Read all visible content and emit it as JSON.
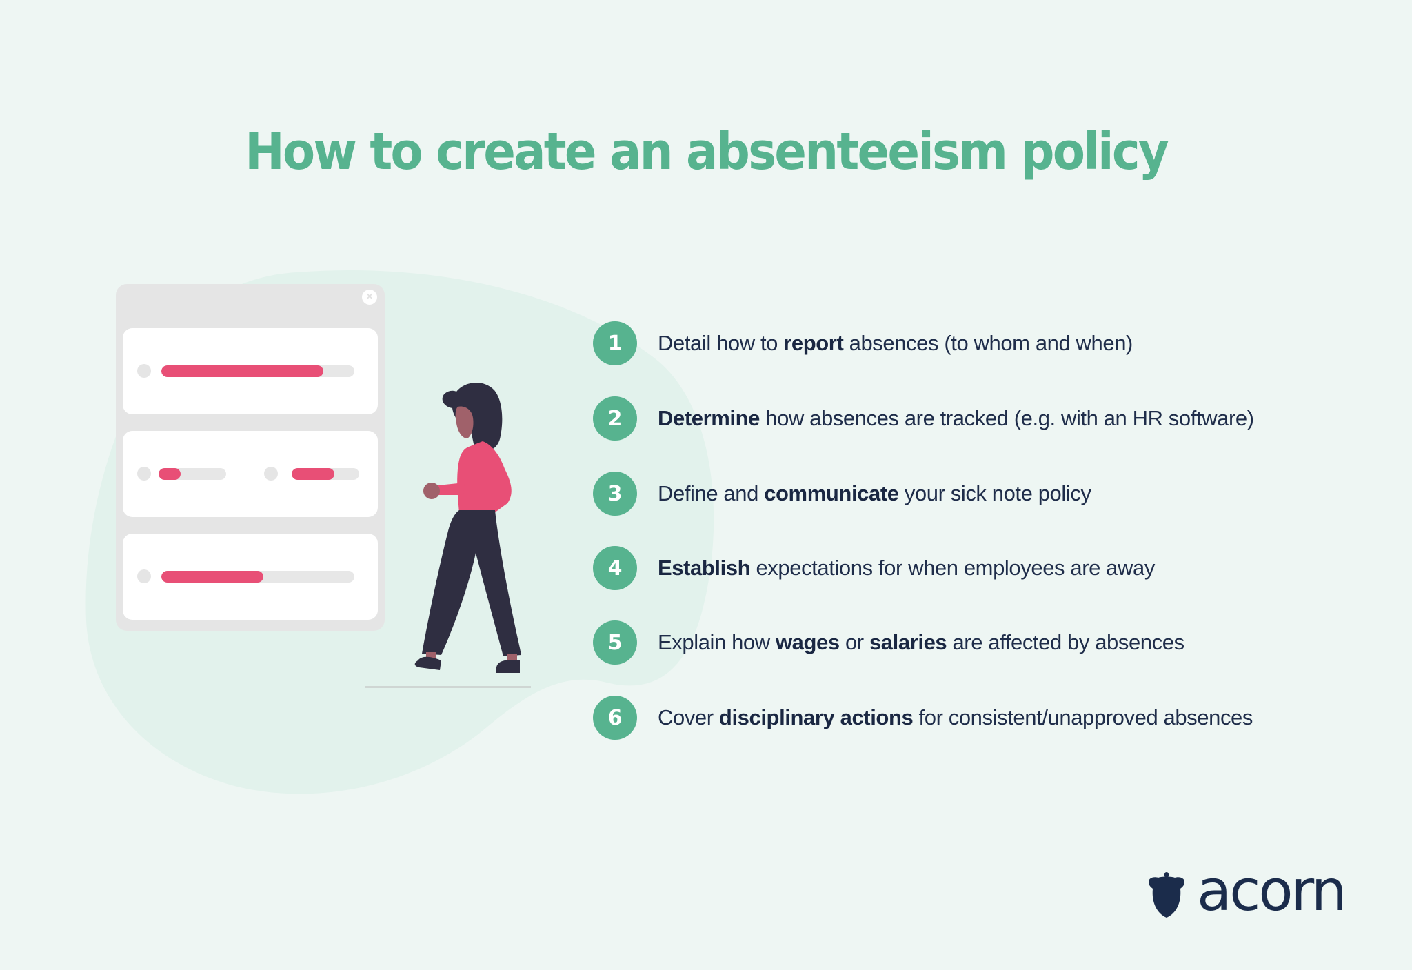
{
  "title": "How to create an absenteeism policy",
  "colors": {
    "background": "#eef6f3",
    "accent_green": "#57b38f",
    "text_navy": "#1f2d4a",
    "pink": "#e84f76",
    "panel_gray": "#e5e5e5"
  },
  "illustration": {
    "icon": "form-panel-with-progress-bars",
    "close_icon": "close-icon",
    "bars": [
      {
        "row": 1,
        "fill_pct": 84
      },
      {
        "row": 2,
        "left_fill_pct": 33,
        "right_fill_pct": 63
      },
      {
        "row": 3,
        "fill_pct": 53
      }
    ],
    "figure": "woman-walking-icon"
  },
  "steps": [
    {
      "number": "1",
      "pre": "Detail how to ",
      "bold": "report",
      "post": " absences (to whom and when)"
    },
    {
      "number": "2",
      "pre": "",
      "bold": "Determine",
      "post": " how absences are tracked (e.g. with an HR software)"
    },
    {
      "number": "3",
      "pre": "Define and ",
      "bold": "communicate",
      "post": " your sick note policy"
    },
    {
      "number": "4",
      "pre": "",
      "bold": "Establish",
      "post": " expectations for when employees are away"
    },
    {
      "number": "5",
      "pre": "Explain how ",
      "bold": "wages",
      "mid": " or ",
      "bold2": "salaries",
      "post": " are affected by absences"
    },
    {
      "number": "6",
      "pre": "Cover ",
      "bold": "disciplinary actions",
      "post": " for consistent/unapproved absences"
    }
  ],
  "logo": {
    "icon": "acorn-icon",
    "wordmark": "acorn"
  }
}
